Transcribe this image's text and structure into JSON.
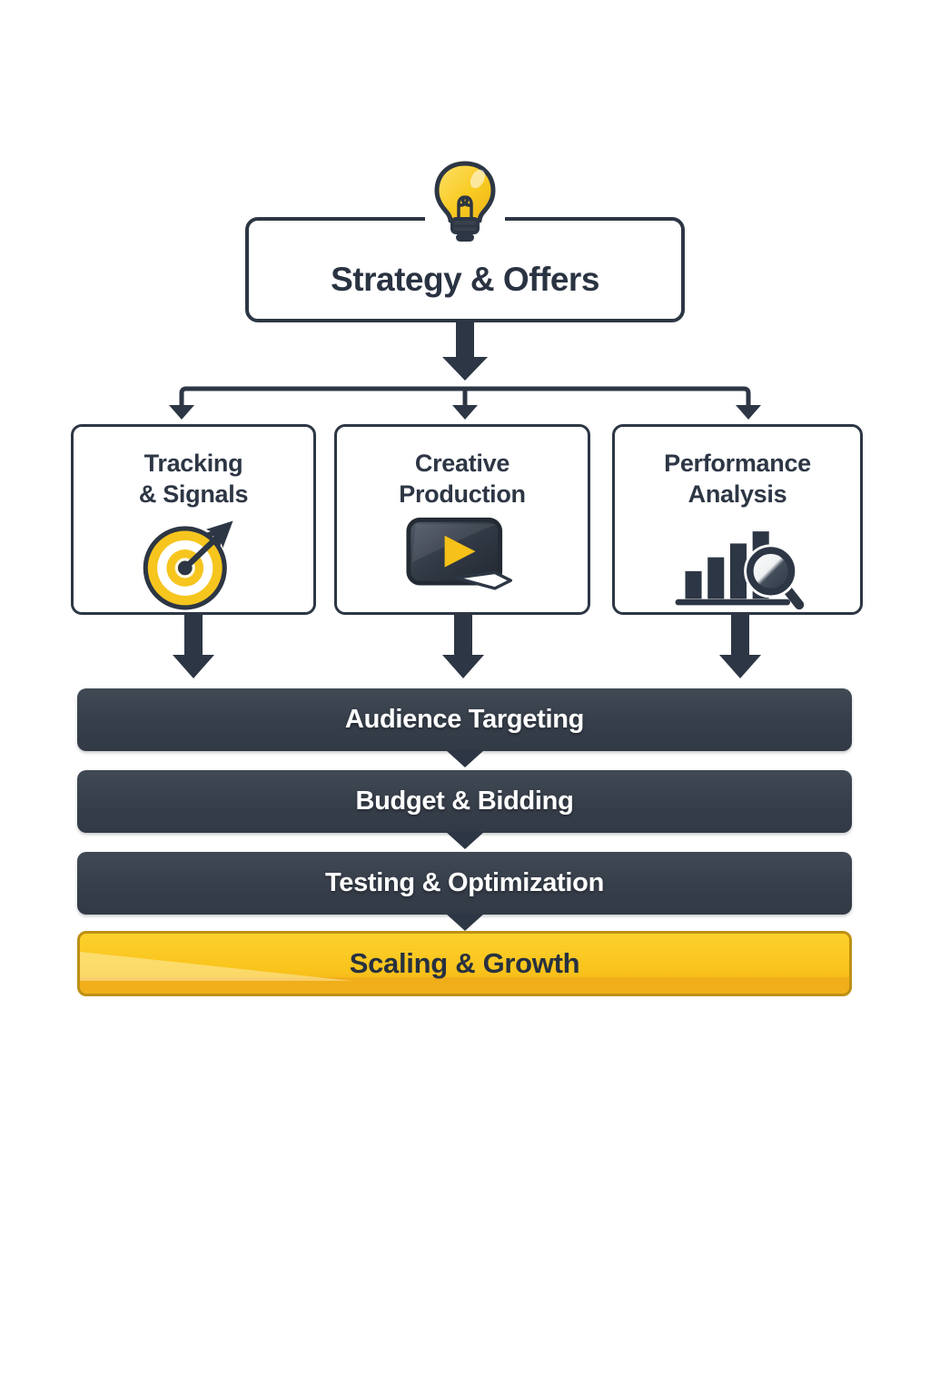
{
  "colors": {
    "dark_slate": "#2d3644",
    "bar_fill": "#3a424e",
    "accent_yellow": "#f9c41c",
    "yellow_border": "#bd9013",
    "white": "#ffffff"
  },
  "flowchart": {
    "root": {
      "label": "Strategy & Offers",
      "icon": "lightbulb-icon"
    },
    "branches": [
      {
        "line1": "Tracking",
        "line2": "& Signals",
        "icon": "target-dart-icon"
      },
      {
        "line1": "Creative",
        "line2": "Production",
        "icon": "video-player-icon"
      },
      {
        "line1": "Performance",
        "line2": "Analysis",
        "icon": "bar-chart-magnifier-icon"
      }
    ],
    "stages": [
      {
        "label": "Audience Targeting",
        "style": "dark"
      },
      {
        "label": "Budget & Bidding",
        "style": "dark"
      },
      {
        "label": "Testing & Optimization",
        "style": "dark"
      },
      {
        "label": "Scaling & Growth",
        "style": "gold"
      }
    ]
  }
}
